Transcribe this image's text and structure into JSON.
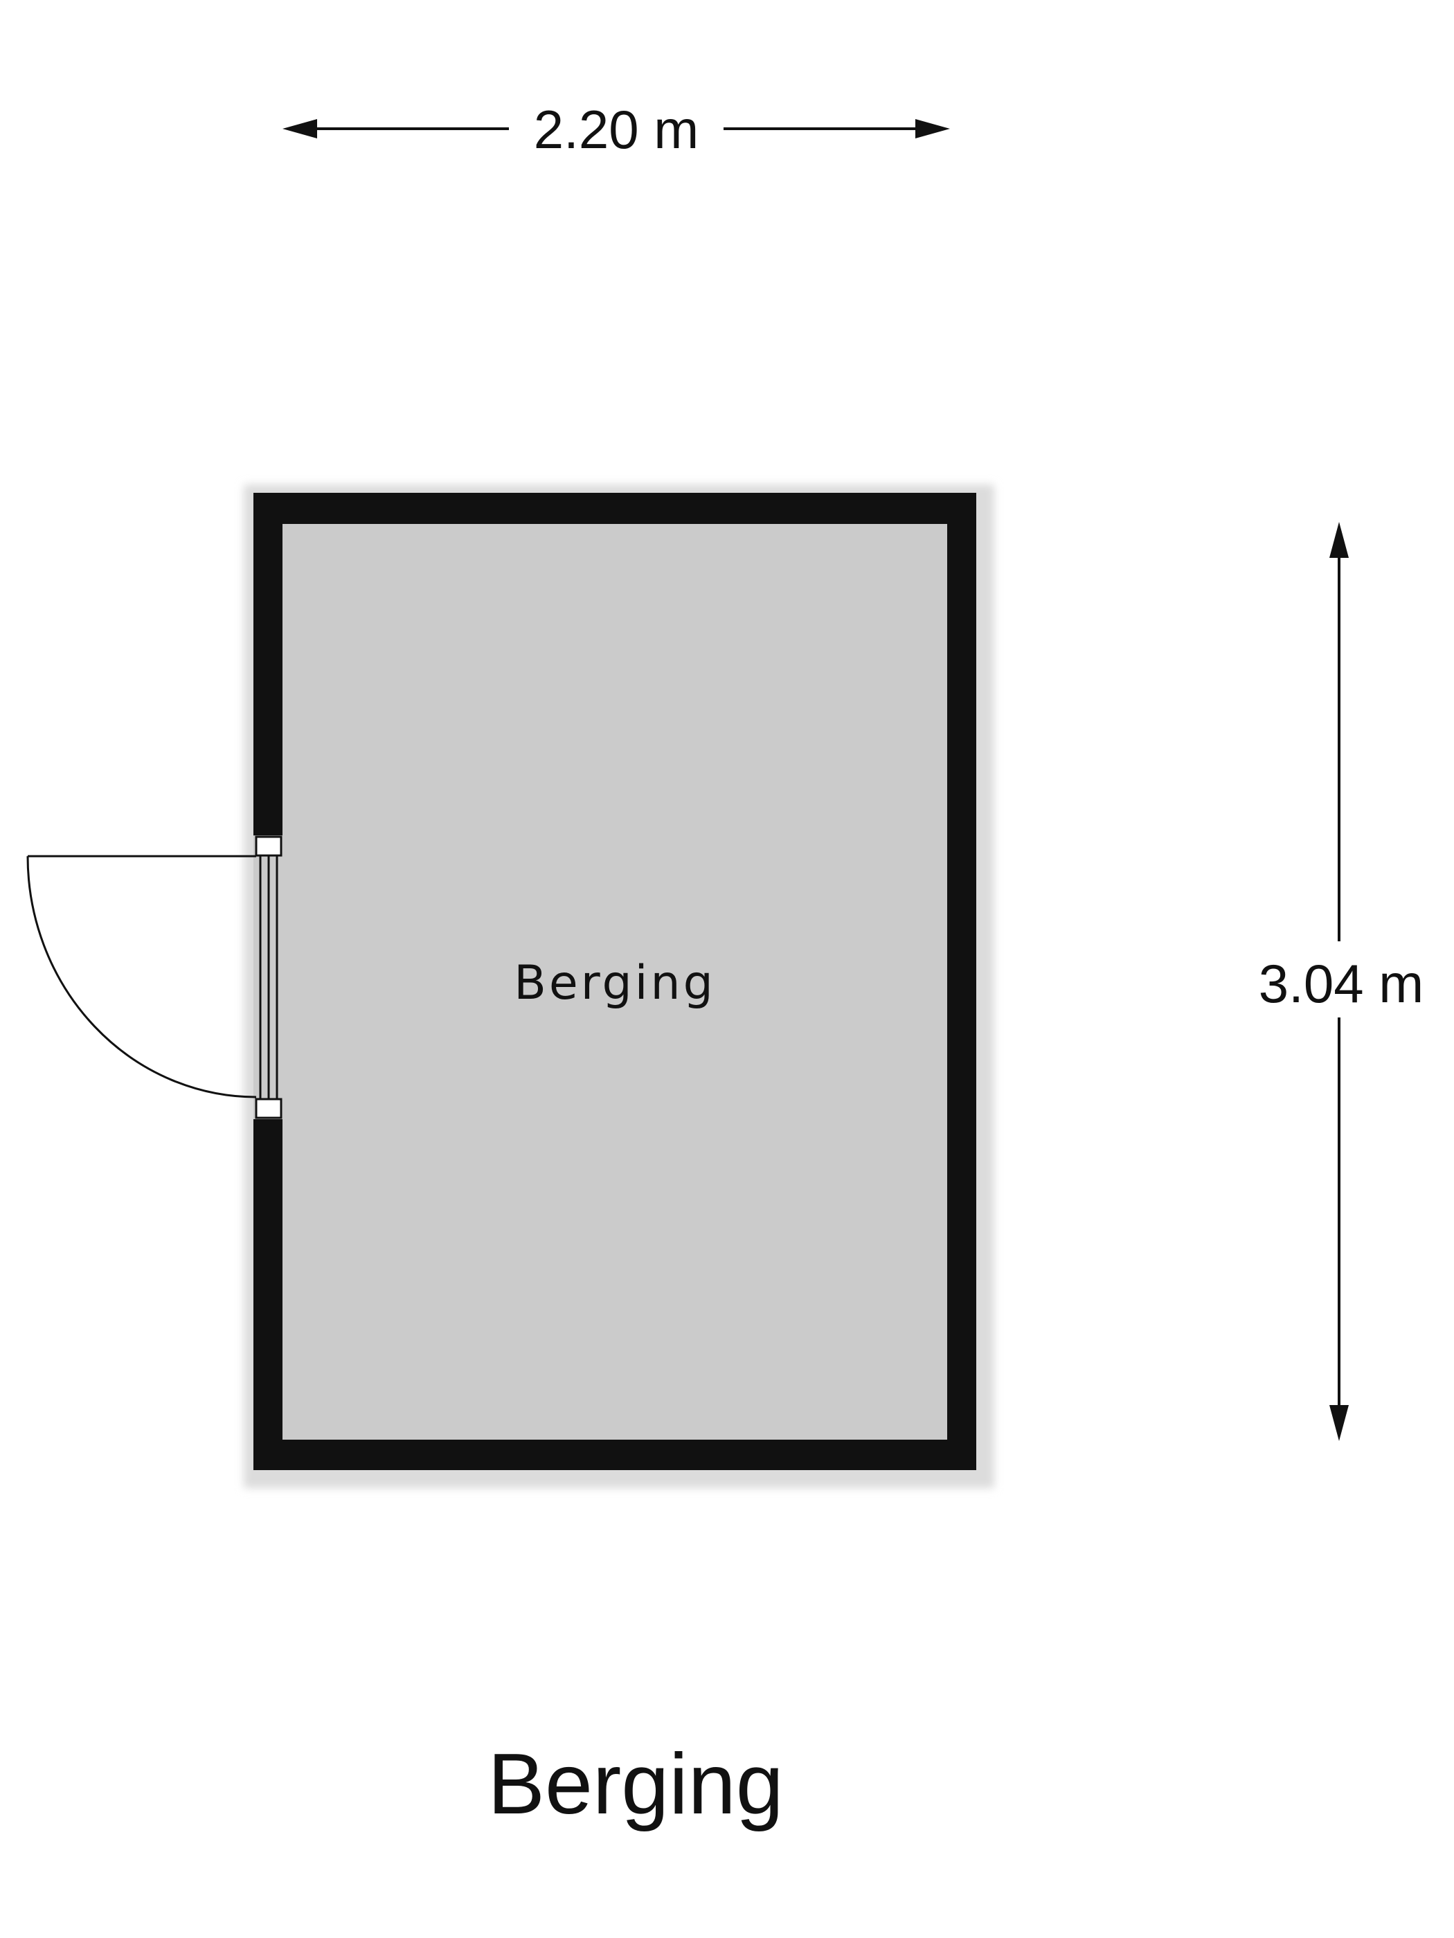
{
  "plan": {
    "title": "Berging",
    "rooms": [
      {
        "name": "Berging"
      }
    ],
    "dimensions": {
      "width": "2.20 m",
      "depth": "3.04 m"
    }
  },
  "colors": {
    "wall": "#111111",
    "floor": "#cbcbcb",
    "line": "#111111",
    "background": "#ffffff"
  }
}
